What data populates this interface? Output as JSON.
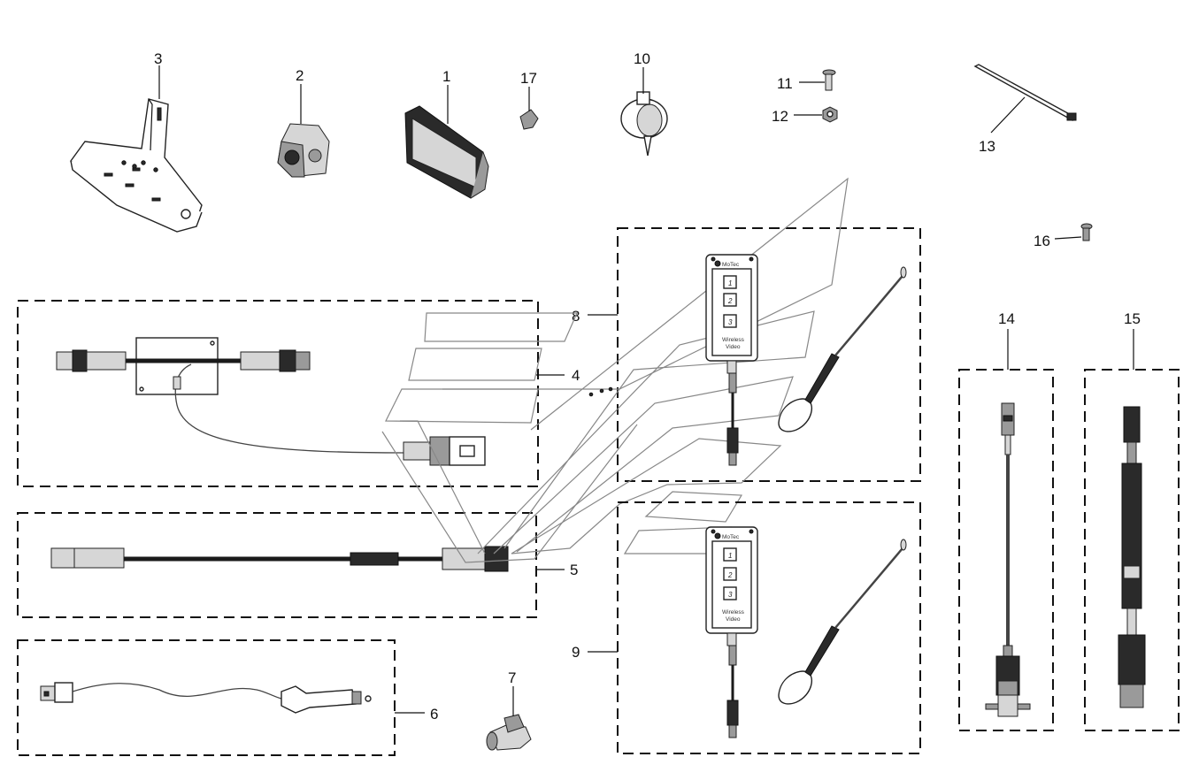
{
  "callouts": {
    "c1": "1",
    "c2": "2",
    "c3": "3",
    "c4": "4",
    "c5": "5",
    "c6": "6",
    "c7": "7",
    "c8": "8",
    "c9": "9",
    "c10": "10",
    "c11": "11",
    "c12": "12",
    "c13": "13",
    "c14": "14",
    "c15": "15",
    "c16": "16",
    "c17": "17"
  },
  "module": {
    "brand": "MoTec",
    "buttons": [
      "1",
      "2",
      "3"
    ],
    "line1": "Wireless",
    "line2": "Video"
  }
}
